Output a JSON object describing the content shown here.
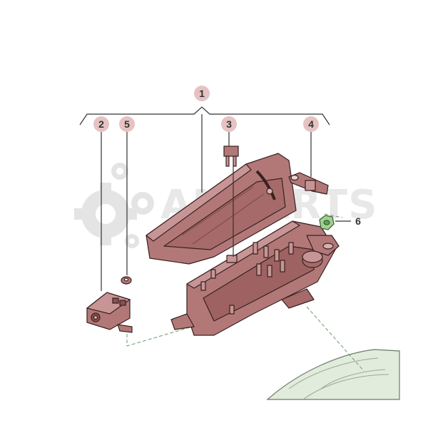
{
  "watermark": {
    "text": "AMPARTS"
  },
  "callouts": [
    {
      "id": "1",
      "label": "1"
    },
    {
      "id": "2",
      "label": "2"
    },
    {
      "id": "3",
      "label": "3"
    },
    {
      "id": "4",
      "label": "4"
    },
    {
      "id": "5",
      "label": "5"
    },
    {
      "id": "6",
      "label": "6"
    }
  ],
  "colors": {
    "part_fill": "#b27878",
    "part_light": "#c79595",
    "part_dark": "#8a5050",
    "outline": "#3a2020",
    "callout_circle": "#e6c2c2",
    "leader": "#333333",
    "dash_green": "#6a9a6a",
    "nut_green": "#9fd28a",
    "car_body": "#e2ecdc"
  }
}
